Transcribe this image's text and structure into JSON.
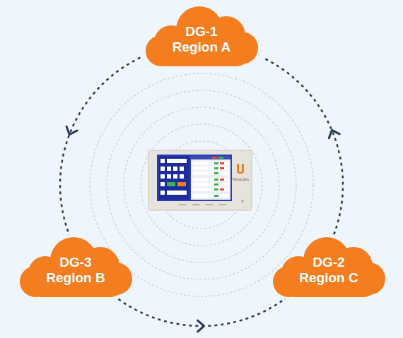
{
  "diagram": {
    "nodes": [
      {
        "text": [
          "DG-1 Region A"
        ]
      },
      {
        "text": [
          "DG-3 Region B"
        ]
      },
      {
        "text": [
          "DG-2 Region C"
        ]
      }
    ],
    "edges": [
      {
        "from": 0,
        "to": 1,
        "arrow": "to"
      },
      {
        "from": 1,
        "to": 2,
        "arrow": "to"
      },
      {
        "from": 2,
        "to": 0,
        "arrow": "to"
      }
    ],
    "labels": [
      "TetraLabs"
    ]
  }
}
